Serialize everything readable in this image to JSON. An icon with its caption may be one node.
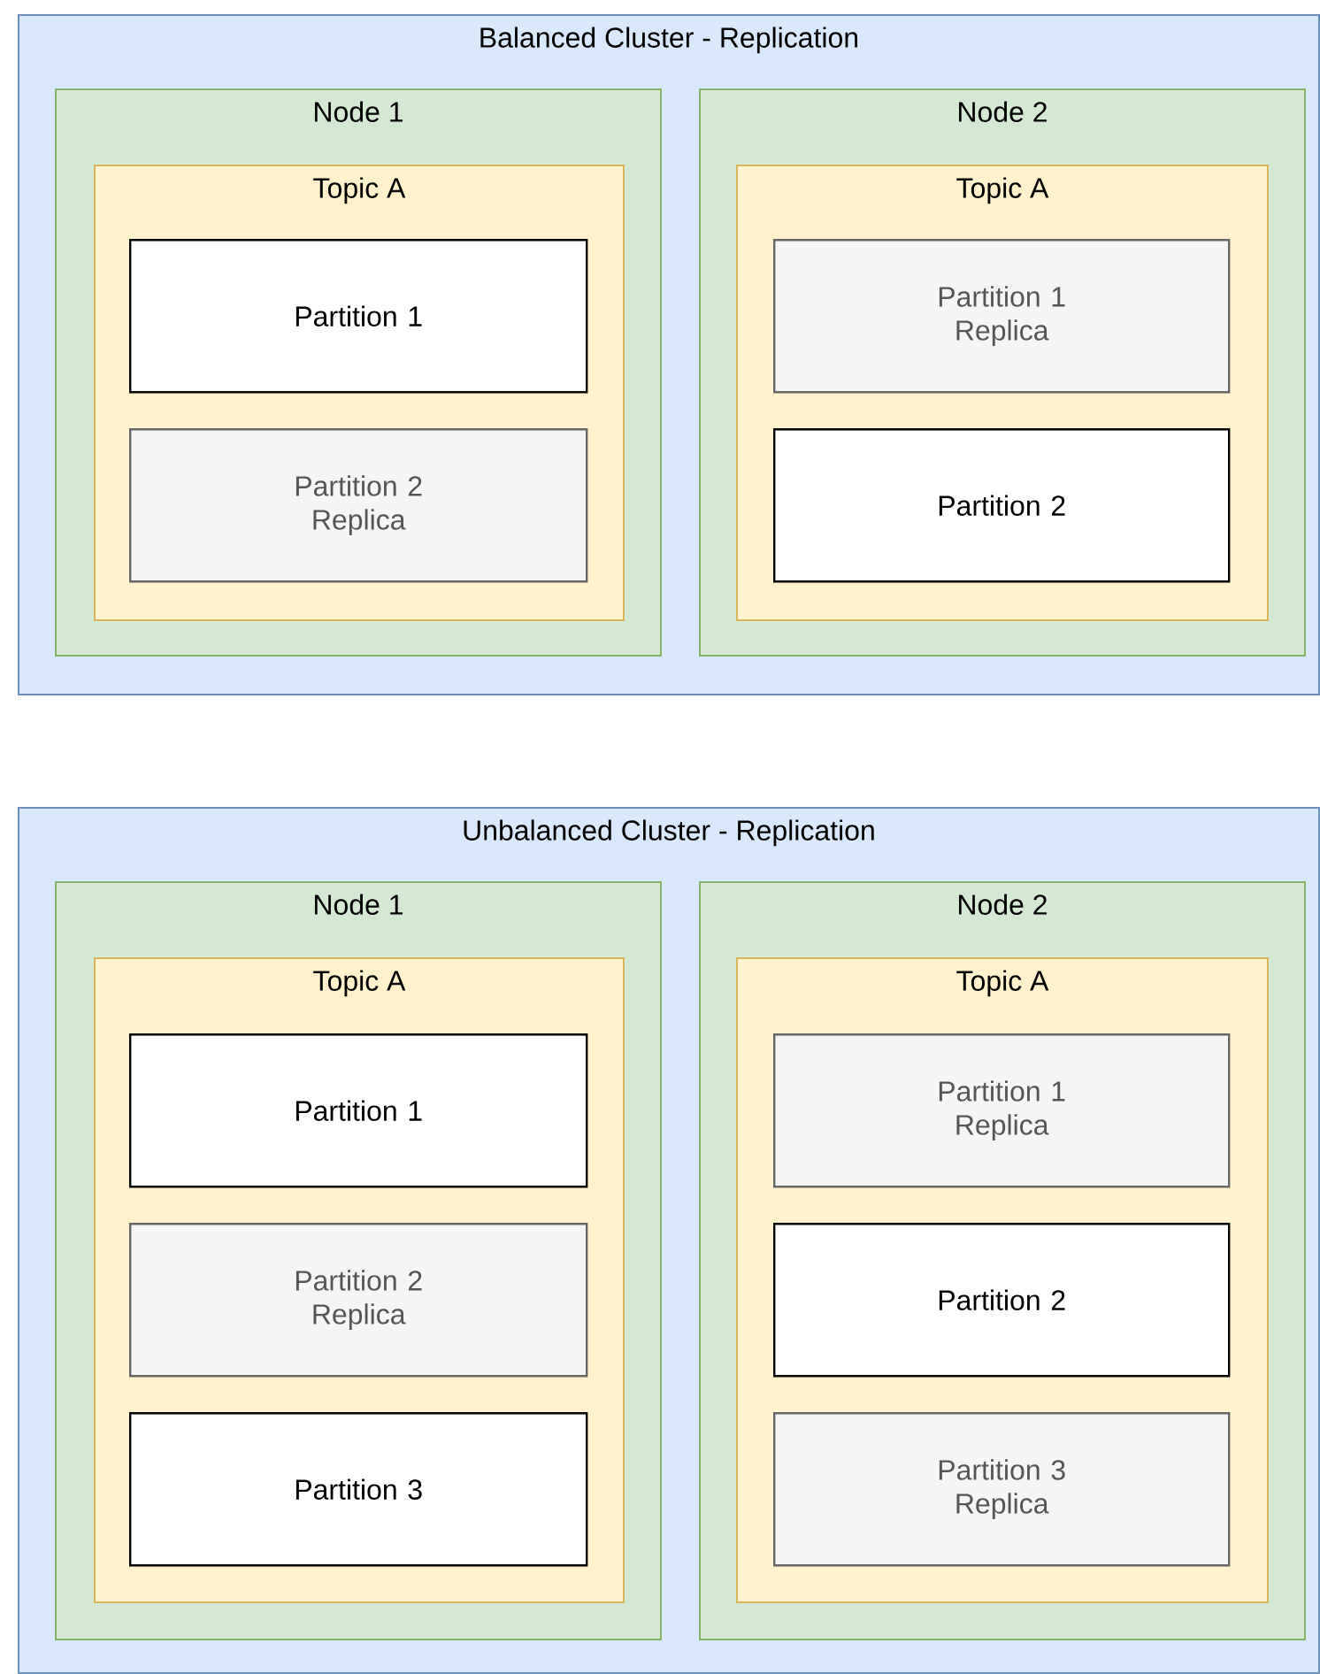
{
  "diagram": {
    "nodes": [
      {
        "text": [
          "Balanced Cluster - Replication"
        ]
      },
      {
        "text": [
          "Node 1"
        ],
        "in": 0
      },
      {
        "text": [
          "Topic A"
        ],
        "in": 1
      },
      {
        "text": [
          "Partition 1"
        ],
        "in": 2
      },
      {
        "text": [
          "Partition 2 Replica"
        ],
        "in": 2
      },
      {
        "text": [
          "Node 2"
        ],
        "in": 0
      },
      {
        "text": [
          "Topic A"
        ],
        "in": 5
      },
      {
        "text": [
          "Partition 1 Replica"
        ],
        "in": 6
      },
      {
        "text": [
          "Partition 2"
        ],
        "in": 6
      },
      {
        "text": [
          "Unbalanced Cluster - Replication"
        ]
      },
      {
        "text": [
          "Node 1"
        ],
        "in": 9
      },
      {
        "text": [
          "Topic A"
        ],
        "in": 10
      },
      {
        "text": [
          "Partition 1"
        ],
        "in": 11
      },
      {
        "text": [
          "Partition 2 Replica"
        ],
        "in": 11
      },
      {
        "text": [
          "Partition 3"
        ],
        "in": 11
      },
      {
        "text": [
          "Node 2"
        ],
        "in": 9
      },
      {
        "text": [
          "Topic A"
        ],
        "in": 15
      },
      {
        "text": [
          "Partition 1 Replica"
        ],
        "in": 16
      },
      {
        "text": [
          "Partition 2"
        ],
        "in": 16
      },
      {
        "text": [
          "Partition 3 Replica"
        ],
        "in": 16
      }
    ]
  }
}
